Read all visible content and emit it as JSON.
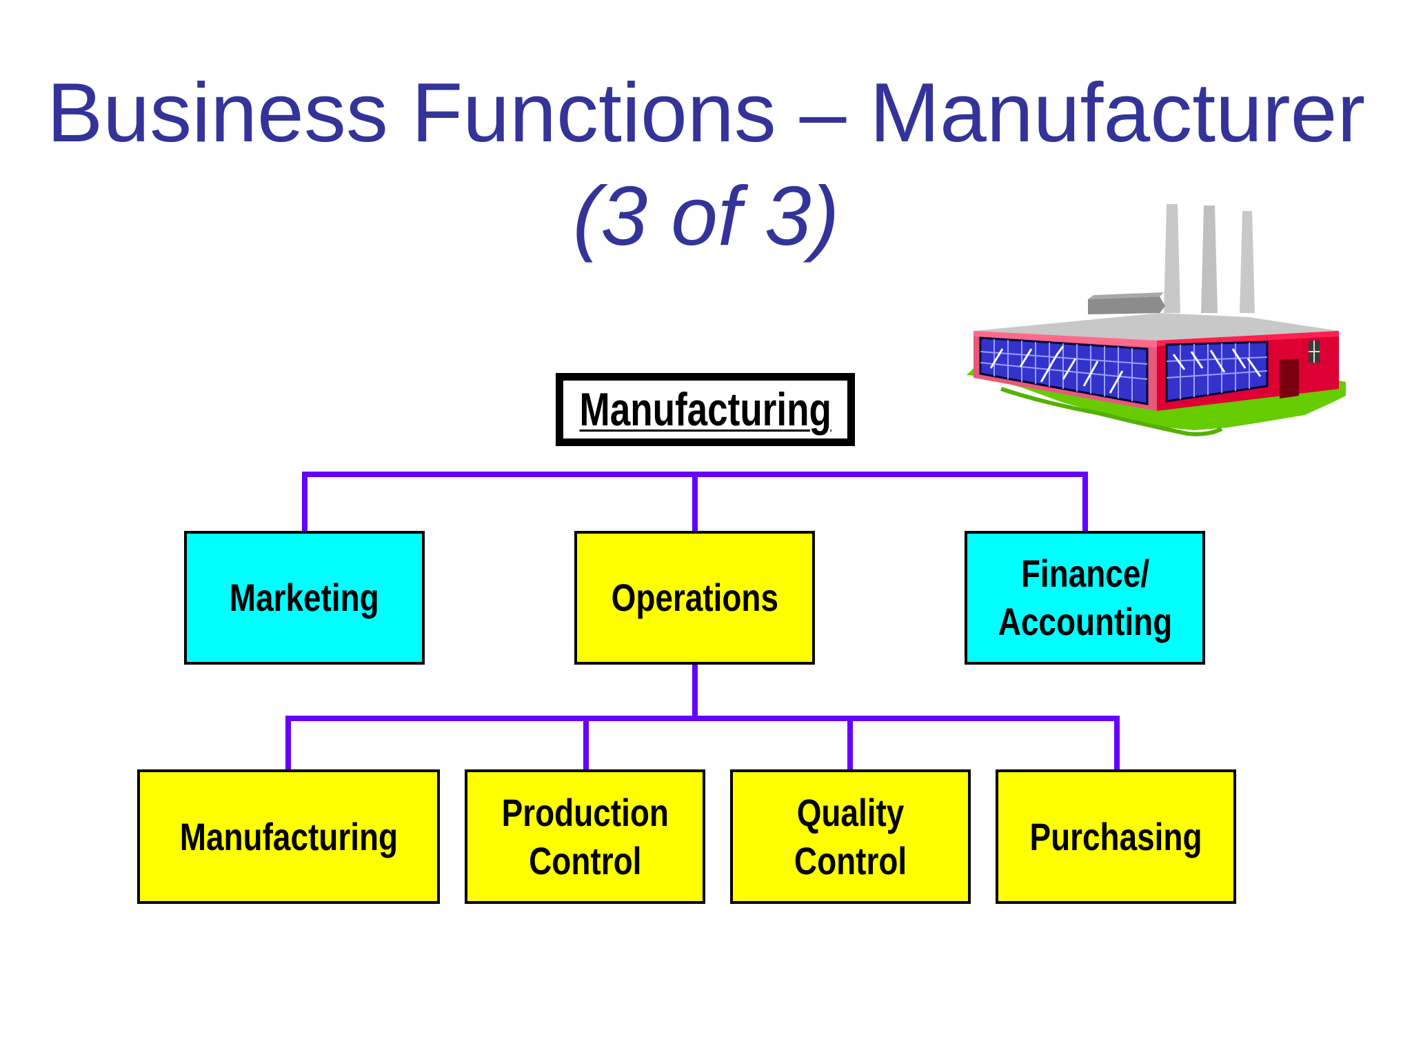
{
  "slide": {
    "title": "Business Functions – Manufacturer",
    "subtitle": "(3 of 3)"
  },
  "diagram": {
    "root": "Manufacturing",
    "level1": [
      {
        "label_line1": "Marketing",
        "label_line2": "",
        "color": "#00ffff"
      },
      {
        "label_line1": "Operations",
        "label_line2": "",
        "color": "#ffff00"
      },
      {
        "label_line1": "Finance/",
        "label_line2": "Accounting",
        "color": "#00ffff"
      }
    ],
    "level2": [
      {
        "label_line1": "Manufacturing",
        "label_line2": "",
        "color": "#ffff00"
      },
      {
        "label_line1": "Production",
        "label_line2": "Control",
        "color": "#ffff00"
      },
      {
        "label_line1": "Quality",
        "label_line2": "Control",
        "color": "#ffff00"
      },
      {
        "label_line1": "Purchasing",
        "label_line2": "",
        "color": "#ffff00"
      }
    ],
    "connector_color": "#6600ff",
    "title_color": "#333399"
  },
  "illustration": {
    "icon": "factory-icon"
  }
}
